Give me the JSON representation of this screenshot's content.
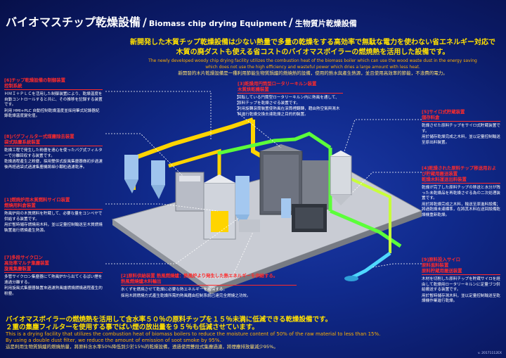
{
  "title": {
    "jp": "バイオマスチップ乾燥設備",
    "en": "Biomass chip drying Equipment",
    "cn": "生物質片乾燥設備",
    "sep": "/"
  },
  "intro": {
    "jp1": "新開発した木質チップ乾燥設備は少ない熱量で多量の乾燥をする高効率で無駄な電力を使わない省エネルギー対応で",
    "jp2": "木質の廃ダストも使える省コストのバイオマスボイラーの燃焼熱を活用した設備です。",
    "en1": "The newly developed woody chip drying facility utilizes the combustion heat of the biomass boiler which can use the wood waste dust in the energy saving",
    "en2": "which does not use the high efficiency and wasteful power which dries a large amount with less heat.",
    "cn": "新開發的木片乾燥設備是一種利用節能生物質鍋爐的燃燒熱的設備，使用的熱水與產生熱源，並且使用高效率的節能，不浪費的電力。"
  },
  "boxes": [
    {
      "h": "[6]チップ乾燥設備の制御装置",
      "h2": "控制系統",
      "b": "ＨＭＩ＋ＰＬＣを活用した制御装置により、乾燥温度を自動コントロールすると共に、その推移を記録する装置です。",
      "c": "利用 HMI+PLC 自動控制乾燥溫度並採用筆式紀錄器紀錄乾燥溫度變化值。"
    },
    {
      "h": "[8]バグフィルター式煤塵除去装置",
      "h2": "袋式除塵系統裝置",
      "b": "乾燥工程で発生した粉塵を遠心を使ったバグ式フィルターで分離回収する装置です。",
      "c": "乾燥過程產生之粉塵，採用雙併式旋風集塵器做初步過濾後再經過袋式過濾集塵機將細小顆粒過濾乾淨。"
    },
    {
      "h": "[1]燃焼炉用木質燃料サイロ装置",
      "h2": "燃燒用料倉裝置",
      "b": "熱風炉用の木質燃料を貯蔵して、必要な量をコンベヤで供給する装置です。",
      "c": "用於暫時儲存燃燒用木料，並以定量控制輸送至木質燃燒裝置進行燃燒產生熱源。"
    },
    {
      "h": "[7]多段サイクロン",
      "h2": "高効率マルチ集塵装置",
      "h3": "旋風集塵裝置",
      "b": "多管サイクロン集塵器にて熱風炉から出てくるばい煙を遠過分離する。",
      "c": "利用旋風式集塵器裝置來過濾熱風爐燃燒燃燒過程產生的粉塵。"
    },
    {
      "h": "[3]乾燥用円筒型ロータリーキルン装置",
      "h2": "木質烘乾機裝置",
      "b": "回転している円筒型ロータリーキルン内に熱風を通して、原料チップを乾燥させる装置です。",
      "c": "利用旋轉滾筒裝置使熱風在滾筒裡翻轉，藉由熱空氣與濕木料進行乾燥交換去達乾燥之目的的裝置。"
    },
    {
      "h": "[5]サイロ式貯蔵装置",
      "h2": "儲存料倉",
      "b": "乾燥させた原料チップをサイロ式貯蔵装置です。",
      "c": "用於儲存乾燥完成之木料，並以定量控制輸送至原出料裝置。"
    },
    {
      "h": "[4]乾燥された原料チップ移送用および貯蔵用搬送装置",
      "h2": "乾燥木料運送出料裝置",
      "b": "乾燥が完了した原料チップの移送と水分が残った未乾燥品を再乾燥させる為の二次処理装置です。",
      "c": "用於將乾燥完成之木料，輸送至原進料設備；將過乾燥未達標準，在將其木料在送回設備乾燥機重新乾燥。"
    },
    {
      "h": "[2]原料供給装置",
      "h2": "熱風燃燒爐：熱風炉より発生した熱エネルギーを供給する。",
      "h3": "熱風燃燒爐木料輸出",
      "b": "水くずを燃焼させて乾燥に必要な熱エネルギーを確保する。",
      "c": "採用木屑燃燒方式產生乾燥所需的熱風藉由控制系統已達完全燃燒之功效。"
    },
    {
      "h": "[9]原料投入サイロ",
      "h2": "原料進料裝置",
      "h3": "原料貯蔵用搬送装置",
      "b": "木材を切削した原料チップを貯蔵サイロを経由して乾燥用ロータリーキルンに定量づつ供給搬送する装置です。",
      "c": "用於暫時儲存濕木料，並以定量控制輸送至乾燥機作業進行乾燥。"
    }
  ],
  "footer": {
    "jp1": "バイオマスボイラーの燃焼熱を活用して含水率５０％の原料チップを１５％未満に低減できる乾燥設備です。",
    "jp2": "２重の集塵フィルターを使用する事でばい煙の放出量を９５％も低減させています。",
    "en1": "This is a drying facility that utilizes the combustion heat of biomass boilers to reduce the moisture content of 50% of the raw material to less than 15%.",
    "en2": "By using a double dust filter, we reduce the amount of emission of soot smoke by 95%.",
    "cn": "這是利用生物質鍋爐的燃燒熱量，將原料含水率50%降低到少於15%的乾燥設備，透過使用雙段式集塵過濾，將煙塵排放量減少95%。"
  },
  "version": "v. 20171112EX",
  "colors": {
    "background": "#0d1a6b",
    "heading": "#ff2a2a",
    "accent": "#ffe000",
    "pipe_yellow": "#ffd400",
    "pipe_green": "#5cff3a"
  }
}
